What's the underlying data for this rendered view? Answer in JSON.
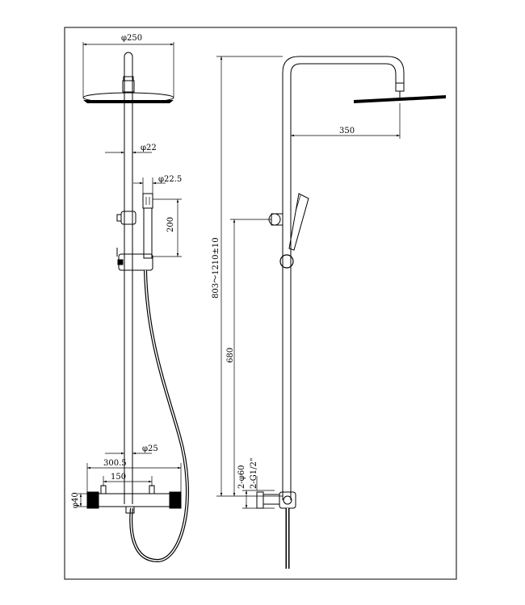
{
  "front_view": {
    "head_diameter": "φ250",
    "arm_diameter": "φ22",
    "handshower_diameter": "φ22.5",
    "handshower_offset": "200",
    "riser_diameter": "φ25",
    "mixer_width": "300.5",
    "inlet_spacing": "150",
    "mixer_body_diameter": "φ40"
  },
  "side_view": {
    "arm_projection": "350",
    "height_range": "803～1210±10",
    "bracket_height": "680",
    "wall_flange": "2-φ60",
    "inlet_thread": "2-G1/2\""
  }
}
